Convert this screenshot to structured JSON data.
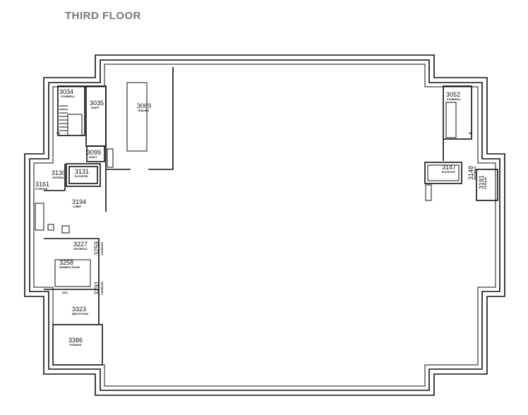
{
  "title": "THIRD FLOOR",
  "rooms": [
    {
      "number": "3034",
      "name": "STAIRWELL"
    },
    {
      "number": "3035",
      "name": "SHAFT"
    },
    {
      "number": "3069",
      "name": "TRADING"
    },
    {
      "number": "3099",
      "name": "SHAFT"
    },
    {
      "number": "3130",
      "name": "VESTIBULE"
    },
    {
      "number": "3131",
      "name": "ELEVATOR"
    },
    {
      "number": "3161",
      "name": "STORAGE"
    },
    {
      "number": "3194",
      "name": "LOBBY"
    },
    {
      "number": "3227",
      "name": "VESTIBULE"
    },
    {
      "number": "3258",
      "name": "WOMEN'S ROOM"
    },
    {
      "number": "3259",
      "name": "CORRIDOR"
    },
    {
      "number": "3291",
      "name": "CORRIDOR"
    },
    {
      "number": "3322",
      "name": ""
    },
    {
      "number": "3323",
      "name": "MEN'S ROOM"
    },
    {
      "number": "3386",
      "name": "STORAGE"
    },
    {
      "number": "3052",
      "name": "STAIRWELL"
    },
    {
      "number": "3147",
      "name": "ELEVATOR"
    },
    {
      "number": "3148",
      "name": "VESTIBULE"
    },
    {
      "number": "3181",
      "name": "STORAGE"
    }
  ],
  "stair_label": "DN"
}
